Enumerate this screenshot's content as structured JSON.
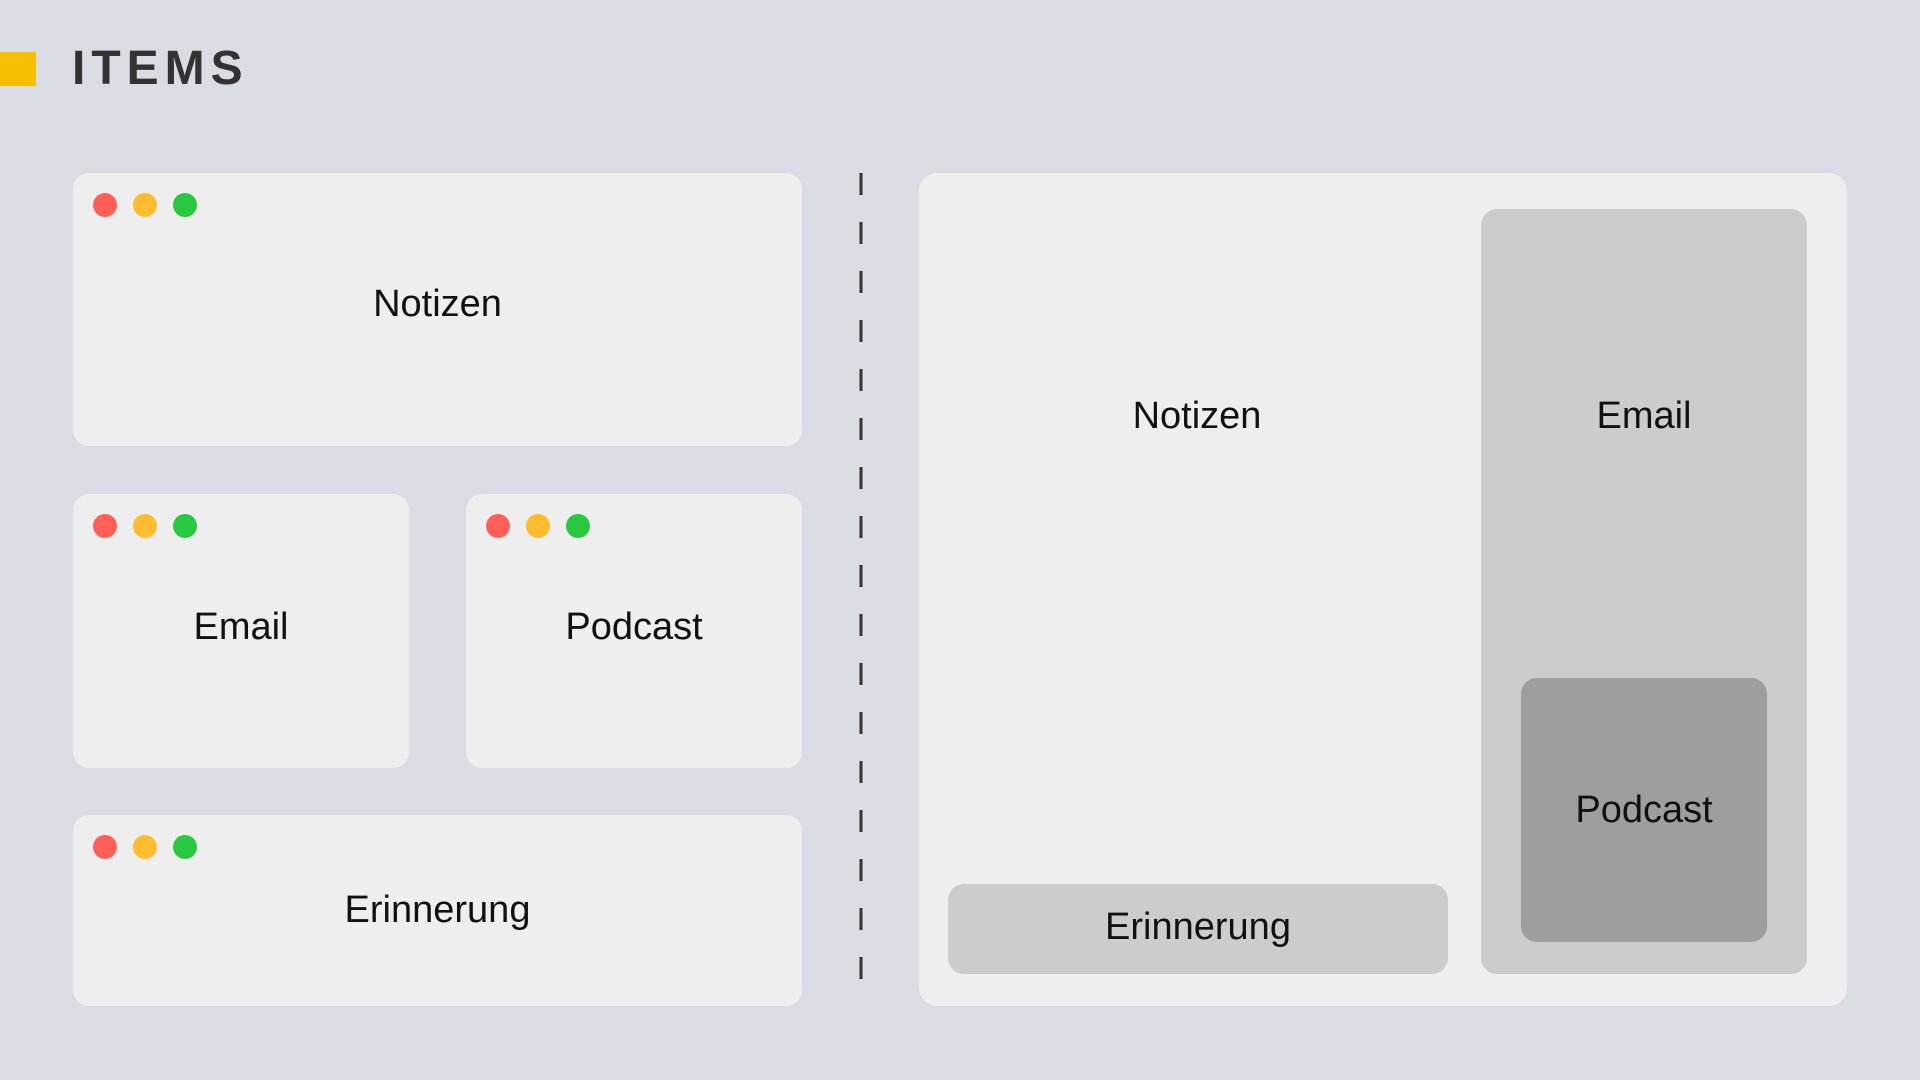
{
  "header": {
    "title": "ITEMS",
    "marker_color": "#f5c000"
  },
  "left_windows": [
    {
      "label": "Notizen",
      "controls": [
        "close-dot",
        "minimize-dot",
        "zoom-dot"
      ]
    },
    {
      "label": "Email",
      "controls": [
        "close-dot",
        "minimize-dot",
        "zoom-dot"
      ]
    },
    {
      "label": "Podcast",
      "controls": [
        "close-dot",
        "minimize-dot",
        "zoom-dot"
      ]
    },
    {
      "label": "Erinnerung",
      "controls": [
        "close-dot",
        "minimize-dot",
        "zoom-dot"
      ]
    }
  ],
  "right_panel": {
    "notizen_label": "Notizen",
    "email_label": "Email",
    "podcast_label": "Podcast",
    "erinnerung_label": "Erinnerung"
  },
  "colors": {
    "background": "#d9dde3",
    "window": "#eeeeee",
    "close": "#ff5f57",
    "minimize": "#febc2e",
    "zoom": "#28c840",
    "email_region": "#cccccc",
    "podcast_region": "#9e9e9e",
    "divider": "#333333"
  }
}
